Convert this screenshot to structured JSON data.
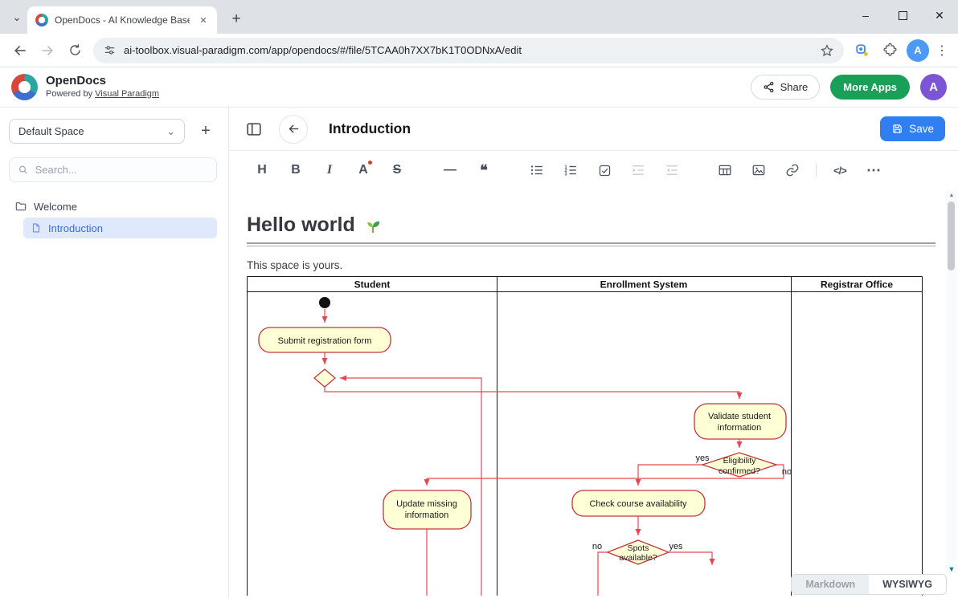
{
  "browser": {
    "tab_title": "OpenDocs - AI Knowledge Base",
    "url": "ai-toolbox.visual-paradigm.com/app/opendocs/#/file/5TCAA0h7XX7bK1T0ODNxA/edit"
  },
  "header": {
    "app_name": "OpenDocs",
    "powered_prefix": "Powered by ",
    "powered_link": "Visual Paradigm",
    "share_label": "Share",
    "more_apps_label": "More Apps",
    "avatar_initial": "A",
    "browser_avatar_initial": "A"
  },
  "sidebar": {
    "space_name": "Default Space",
    "search_placeholder": "Search...",
    "folder_label": "Welcome",
    "doc_label": "Introduction"
  },
  "editor": {
    "doc_title": "Introduction",
    "save_label": "Save",
    "heading": "Hello world",
    "intro_text": "This space is yours.",
    "markdown_label": "Markdown",
    "wysiwyg_label": "WYSIWYG"
  },
  "toolbar_glyphs": {
    "heading": "H",
    "bold": "B",
    "italic": "I",
    "font_color": "A",
    "strike": "S",
    "hr": "—",
    "quote": "❝",
    "code": "</>",
    "more": "⋯"
  },
  "glyphs": {
    "tab_chevron": "⌄",
    "close": "✕",
    "plus": "+",
    "minimize": "–",
    "kebab": "⋮",
    "chevron_down": "⌄",
    "scroll_up": "▲",
    "scroll_down": "▼"
  },
  "diagram": {
    "lanes": [
      "Student",
      "Enrollment System",
      "Registrar Office"
    ],
    "submit": "Submit registration form",
    "validate_1": "Validate student",
    "validate_2": "information",
    "eligibility_1": "Eligibility",
    "eligibility_2": "confirmed?",
    "update_1": "Update missing",
    "update_2": "information",
    "check": "Check course availability",
    "spots_1": "Spots",
    "spots_2": "available?",
    "yes": "yes",
    "no": "no"
  },
  "colors": {
    "save_blue": "#2f7ff2",
    "more_apps_green": "#18a058",
    "node_fill": "#feffd4",
    "node_stroke": "#c43542",
    "edge_red": "#e04a55",
    "selected_item_bg": "#dfe9fb"
  }
}
